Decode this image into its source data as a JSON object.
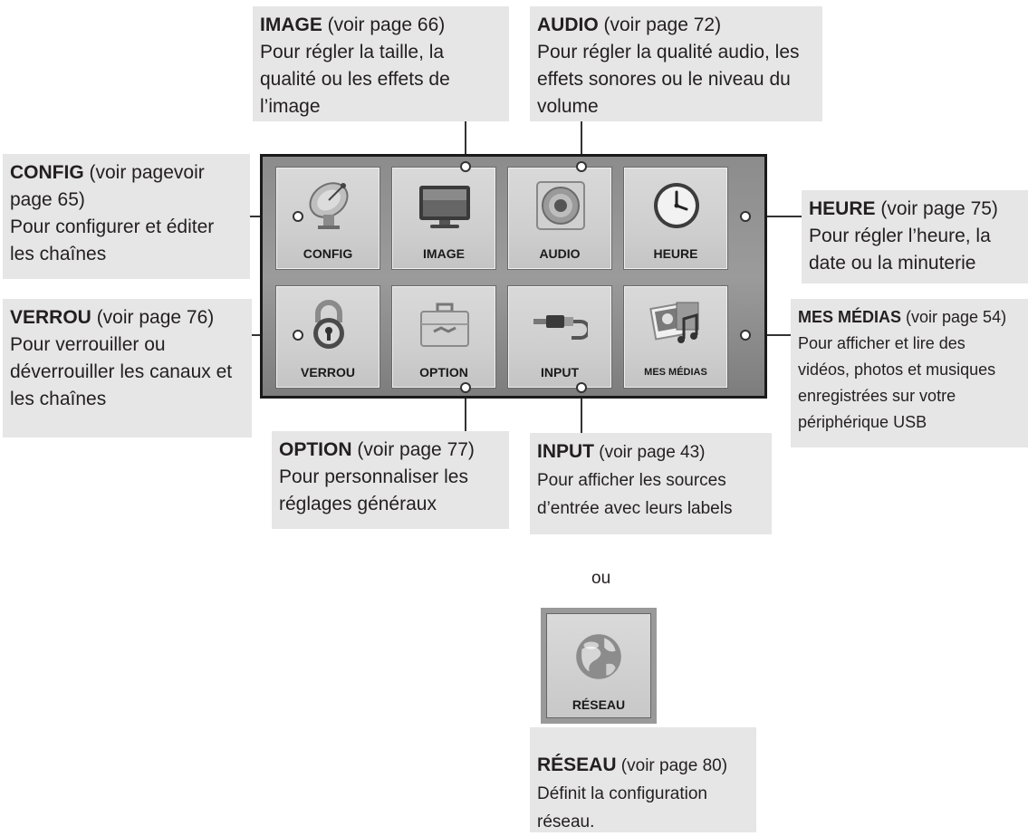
{
  "callouts": {
    "image": {
      "name": "IMAGE",
      "ref": " (voir page 66)",
      "desc": "Pour régler la taille, la qualité ou les effets de l’image"
    },
    "audio": {
      "name": "AUDIO",
      "ref": " (voir page 72)",
      "desc": "Pour régler la qualité audio, les effets sonores ou le niveau du volume"
    },
    "config": {
      "name": "CONFIG",
      "ref": " (voir pagevoir page 65)",
      "desc": "Pour configurer et éditer les chaînes"
    },
    "heure": {
      "name": "HEURE",
      "ref": " (voir page 75)",
      "desc": "Pour régler l’heure, la date ou la minuterie"
    },
    "verrou": {
      "name": "VERROU",
      "ref": " (voir page 76)",
      "desc": "Pour verrouiller ou déverrouiller les canaux et les chaînes"
    },
    "mesmedias": {
      "name": "MES MÉDIAS",
      "ref": " (voir page 54)",
      "desc": "Pour afficher et lire des vidéos, photos et musiques enregistrées sur votre périphérique USB"
    },
    "option": {
      "name": "OPTION",
      "ref": " (voir page 77)",
      "desc": "Pour personnaliser les réglages généraux"
    },
    "input": {
      "name": "INPUT",
      "ref": " (voir page 43)",
      "desc": "Pour afficher les sources d’entrée avec leurs labels"
    },
    "reseau": {
      "name": "RÉSEAU",
      "ref": " (voir page 80)",
      "desc": "Définit la configuration réseau."
    }
  },
  "tiles": {
    "config": {
      "label": "CONFIG",
      "icon": "satellite-dish-icon"
    },
    "image": {
      "label": "IMAGE",
      "icon": "tv-monitor-icon"
    },
    "audio": {
      "label": "AUDIO",
      "icon": "speaker-icon"
    },
    "heure": {
      "label": "HEURE",
      "icon": "clock-icon"
    },
    "verrou": {
      "label": "VERROU",
      "icon": "padlock-icon"
    },
    "option": {
      "label": "OPTION",
      "icon": "toolbox-icon"
    },
    "input": {
      "label": "INPUT",
      "icon": "cable-plug-icon"
    },
    "mesmedias": {
      "label": "MES MÉDIAS",
      "icon": "photo-music-icon"
    },
    "reseau": {
      "label": "RÉSEAU",
      "icon": "globe-icon"
    }
  },
  "separator": "ou"
}
